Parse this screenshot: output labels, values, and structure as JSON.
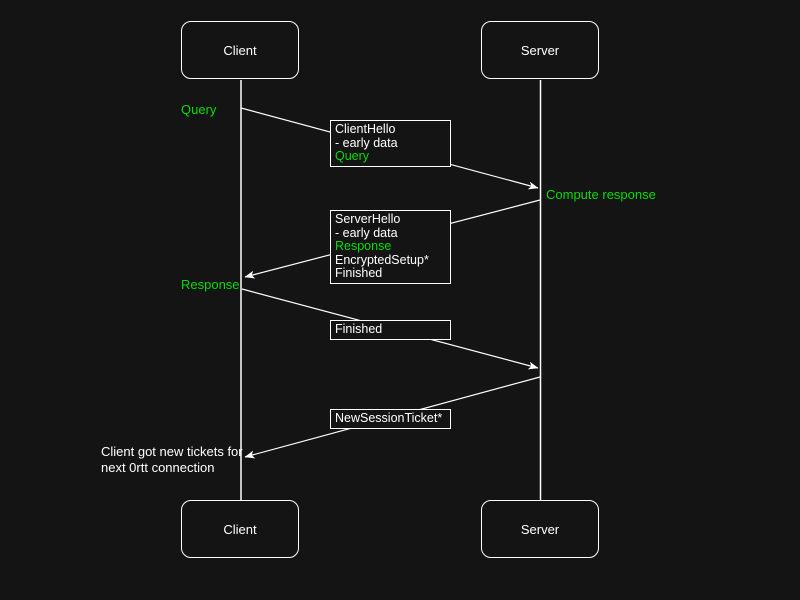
{
  "colors": {
    "background": "#141414",
    "stroke": "#ffffff",
    "text": "#ffffff",
    "accent_green": "#00dc00"
  },
  "actors": {
    "top_left": "Client",
    "top_right": "Server",
    "bottom_left": "Client",
    "bottom_right": "Server"
  },
  "messages": [
    {
      "id": "client-hello",
      "lines": [
        {
          "text": "ClientHello",
          "color": "white"
        },
        {
          "text": "- early data",
          "color": "white"
        },
        {
          "text": "Query",
          "color": "green"
        }
      ]
    },
    {
      "id": "server-hello",
      "lines": [
        {
          "text": "ServerHello",
          "color": "white"
        },
        {
          "text": "- early data",
          "color": "white"
        },
        {
          "text": "Response",
          "color": "green"
        },
        {
          "text": "EncryptedSetup*",
          "color": "white"
        },
        {
          "text": "Finished",
          "color": "white"
        }
      ]
    },
    {
      "id": "finished",
      "lines": [
        {
          "text": "Finished",
          "color": "white"
        }
      ]
    },
    {
      "id": "new-session-ticket",
      "lines": [
        {
          "text": "NewSessionTicket*",
          "color": "white"
        }
      ]
    }
  ],
  "annotations": {
    "query": {
      "text": "Query",
      "color": "green"
    },
    "compute_response": {
      "text": "Compute response",
      "color": "green"
    },
    "response": {
      "text": "Response",
      "color": "green"
    },
    "note_line1": {
      "text": "Client got new tickets for",
      "color": "white"
    },
    "note_line2": {
      "text": "next 0rtt connection",
      "color": "white"
    }
  }
}
